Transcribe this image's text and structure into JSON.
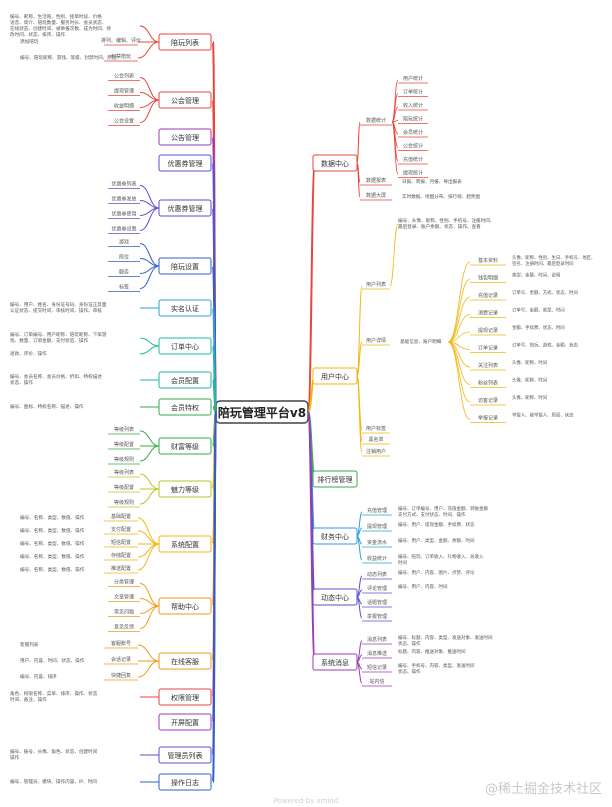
{
  "root": "陪玩管理平台v8",
  "watermark": "@稀土掘金技术社区",
  "credit": "Powered by xmind",
  "colors": [
    "#e8453c",
    "#9b3bb5",
    "#5a4fcf",
    "#2f5fc8",
    "#2f9fd6",
    "#26b5a3",
    "#3aaa4a",
    "#b6c427",
    "#f2b70f",
    "#f29a1a"
  ],
  "left": [
    {
      "label": "陪玩列表",
      "color": "#e8453c",
      "details": [
        {
          "lines": [
            "编号、昵称、生活照、性别、接单时段、价格",
            "语音、简介、陪玩数量、服务时长、会员状态、",
            "在线状态、创建时间、被举报次数、成为时间、修",
            "改时间、状态、排序、操作"
          ]
        },
        {
          "lines": [
            "添加陪玩"
          ],
          "right": "排列、编辑、评价"
        },
        {
          "lines": [
            "编号、陪玩昵称、游戏、等级、封禁时间、原因"
          ],
          "right": "封禁陪玩"
        }
      ]
    },
    {
      "label": "公会管理",
      "color": "#e8453c",
      "items": [
        "公会列表",
        "提现管理",
        "收益明细",
        "公会设置"
      ]
    },
    {
      "label": "公告管理",
      "color": "#9b3bb5",
      "items": []
    },
    {
      "label": "优惠券管理",
      "color": "#5a4fcf",
      "items": []
    },
    {
      "label": "优惠券管理",
      "color": "#5a4fcf",
      "items": [
        "优惠券列表",
        "优惠券发放",
        "优惠券使用",
        "优惠券设置"
      ]
    },
    {
      "label": "陪玩设置",
      "color": "#2f5fc8",
      "items": [
        "游戏",
        "段位",
        "服务",
        "标签"
      ]
    },
    {
      "label": "实名认证",
      "color": "#2f9fd6",
      "details": [
        {
          "lines": [
            "编号、用户、姓名、身份证号码、身份证正反面",
            "认证状态、提交时间、审核时间、操作、审核"
          ]
        }
      ]
    },
    {
      "label": "订单中心",
      "color": "#26b5a3",
      "details": [
        {
          "lines": [
            "编号、订单编号、用户昵称、陪玩昵称、下单游",
            "戏、数量、订单金额、支付状态、操作"
          ]
        },
        {
          "lines": [
            "退款、评价、操作"
          ]
        }
      ]
    },
    {
      "label": "会员配置",
      "color": "#26b5a3",
      "details": [
        {
          "lines": [
            "编号、会员名称、会员价格、折扣、特权描述",
            "状态、操作"
          ]
        }
      ]
    },
    {
      "label": "会员特权",
      "color": "#3aaa4a",
      "details": [
        {
          "lines": [
            "编号、图标、特权名称、描述、操作"
          ]
        }
      ]
    },
    {
      "label": "财富等级",
      "color": "#3aaa4a",
      "items": [
        "等级列表",
        "等级配置",
        "等级规则"
      ]
    },
    {
      "label": "魅力等级",
      "color": "#b6c427",
      "items": [
        "等级列表",
        "等级配置",
        "等级规则"
      ]
    },
    {
      "label": "系统配置",
      "color": "#f2b70f",
      "details": [
        {
          "lines": [
            "编号、名称、类型、数值、操作"
          ],
          "right": "基础配置"
        },
        {
          "lines": [
            "编号、名称、类型、数值、操作"
          ],
          "right": "支付配置"
        },
        {
          "lines": [
            "编号、名称、类型、数值、操作"
          ],
          "right": "短信配置"
        },
        {
          "lines": [
            "编号、名称、类型、数值、操作"
          ],
          "right": "存储配置"
        },
        {
          "lines": [
            "编号、名称、类型、数值、操作"
          ],
          "right": "推送配置"
        }
      ]
    },
    {
      "label": "帮助中心",
      "color": "#f29a1a",
      "items": [
        "分类管理",
        "文章管理",
        "常见问题",
        "意见反馈"
      ]
    },
    {
      "label": "在线客服",
      "color": "#f29a1a",
      "details": [
        {
          "lines": [
            "客服列表"
          ],
          "right": "客服账号"
        },
        {
          "lines": [
            "用户、内容、时间、状态、操作"
          ],
          "right": "会话记录"
        },
        {
          "lines": [
            "编号、内容、排序"
          ],
          "right": "快捷回复"
        }
      ]
    },
    {
      "label": "权限管理",
      "color": "#e8453c",
      "details": [
        {
          "lines": [
            "角色、权限名称、菜单、排序、操作、状态",
            "时间、备注、操作"
          ]
        }
      ]
    },
    {
      "label": "开屏配置",
      "color": "#9b3bb5",
      "items": []
    },
    {
      "label": "管理员列表",
      "color": "#5a4fcf",
      "details": [
        {
          "lines": [
            "编号、账号、头像、角色、状态、创建时间",
            "操作"
          ]
        }
      ]
    },
    {
      "label": "操作日志",
      "color": "#2f5fc8",
      "details": [
        {
          "lines": [
            "编号、管理员、模块、操作内容、IP、时间"
          ]
        }
      ]
    }
  ],
  "right": [
    {
      "label": "数据中心",
      "color": "#e8453c",
      "groups": [
        {
          "label": "数据统计",
          "items": [
            "用户统计",
            "订单统计",
            "收入统计",
            "陪玩统计",
            "会员统计",
            "公会统计",
            "充值统计",
            "提现统计"
          ]
        },
        {
          "label": "数据报表",
          "text": [
            "日报、周报、月报、导出报表"
          ]
        },
        {
          "label": "数据大屏",
          "text": [
            "实时数据、地图分布、排行榜、趋势图"
          ]
        }
      ]
    },
    {
      "label": "用户中心",
      "color": "#f2b70f",
      "groups": [
        {
          "label": "用户列表",
          "text": [
            "编号、头像、昵称、性别、手机号、注册时间、",
            "最后登录、账户余额、状态、操作、查看"
          ]
        },
        {
          "label": "用户详情",
          "text": [
            "基础信息、账户明细"
          ],
          "subs": [
            {
              "label": "基本资料",
              "text": [
                "头像、昵称、性别、生日、手机号、地区、",
                "签名、注册时间、最后登录时间"
              ]
            },
            {
              "label": "钱包明细",
              "text": [
                "类型、金额、时间、说明"
              ]
            },
            {
              "label": "充值记录",
              "text": [
                "订单号、金额、方式、状态、时间"
              ]
            },
            {
              "label": "消费记录",
              "text": [
                "订单号、金额、类型、时间"
              ]
            },
            {
              "label": "提现记录",
              "text": [
                "金额、手续费、状态、时间"
              ]
            },
            {
              "label": "订单记录",
              "text": [
                "订单号、陪玩、游戏、金额、状态"
              ]
            },
            {
              "label": "关注列表",
              "text": [
                "头像、昵称、时间"
              ]
            },
            {
              "label": "粉丝列表",
              "text": [
                "头像、昵称、时间"
              ]
            },
            {
              "label": "访客记录",
              "text": [
                "头像、昵称、时间"
              ]
            },
            {
              "label": "举报记录",
              "text": [
                "举报人、被举报人、原因、状态"
              ]
            }
          ]
        },
        {
          "label": "用户标签",
          "text": []
        },
        {
          "label": "黑名单",
          "text": []
        },
        {
          "label": "注销用户",
          "text": []
        }
      ]
    },
    {
      "label": "排行榜管理",
      "color": "#3aaa4a",
      "groups": []
    },
    {
      "label": "财务中心",
      "color": "#2f9fd6",
      "groups": [
        {
          "label": "充值管理",
          "text": [
            "编号、订单编号、用户、充值金额、到账金额",
            "支付方式、支付状态、时间、操作"
          ]
        },
        {
          "label": "提现管理",
          "text": [
            "编号、用户、提现金额、手续费、状态"
          ]
        },
        {
          "label": "资金流水",
          "text": [
            "编号、用户、类型、金额、余额、时间"
          ]
        },
        {
          "label": "收益统计",
          "text": [
            "编号、陪玩、订单收入、礼物收入、总收入",
            "时间"
          ]
        }
      ]
    },
    {
      "label": "动态中心",
      "color": "#5a4fcf",
      "groups": [
        {
          "label": "动态列表",
          "text": [
            "编号、用户、内容、图片、点赞、评论"
          ]
        },
        {
          "label": "评论管理",
          "text": [
            "编号、用户、内容、时间"
          ]
        },
        {
          "label": "话题管理",
          "text": []
        },
        {
          "label": "举报管理",
          "text": []
        }
      ]
    },
    {
      "label": "系统消息",
      "color": "#9b3bb5",
      "groups": [
        {
          "label": "消息列表",
          "text": [
            "编号、标题、内容、类型、发送对象、发送时间",
            "状态、操作"
          ]
        },
        {
          "label": "消息推送",
          "text": [
            "标题、内容、推送对象、推送时间"
          ]
        },
        {
          "label": "短信记录",
          "text": [
            "编号、手机号、内容、类型、发送时间",
            "状态、操作"
          ]
        },
        {
          "label": "站内信",
          "text": []
        }
      ]
    }
  ]
}
